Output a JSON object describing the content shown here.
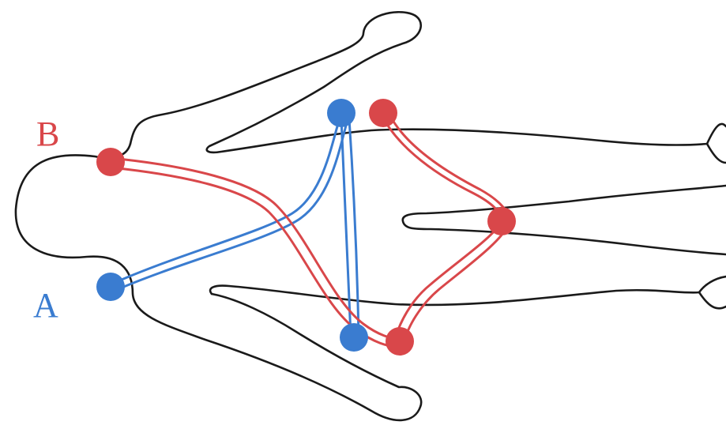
{
  "labels": {
    "b": "B",
    "a": "A"
  },
  "colors": {
    "red": "#d9474a",
    "blue": "#3a7cd0",
    "outline": "#1a1a1a",
    "background": "#ffffff"
  },
  "figure": {
    "subject": "body-outline-with-two-electrode-paths",
    "path_a_color": "blue",
    "path_b_color": "red"
  }
}
